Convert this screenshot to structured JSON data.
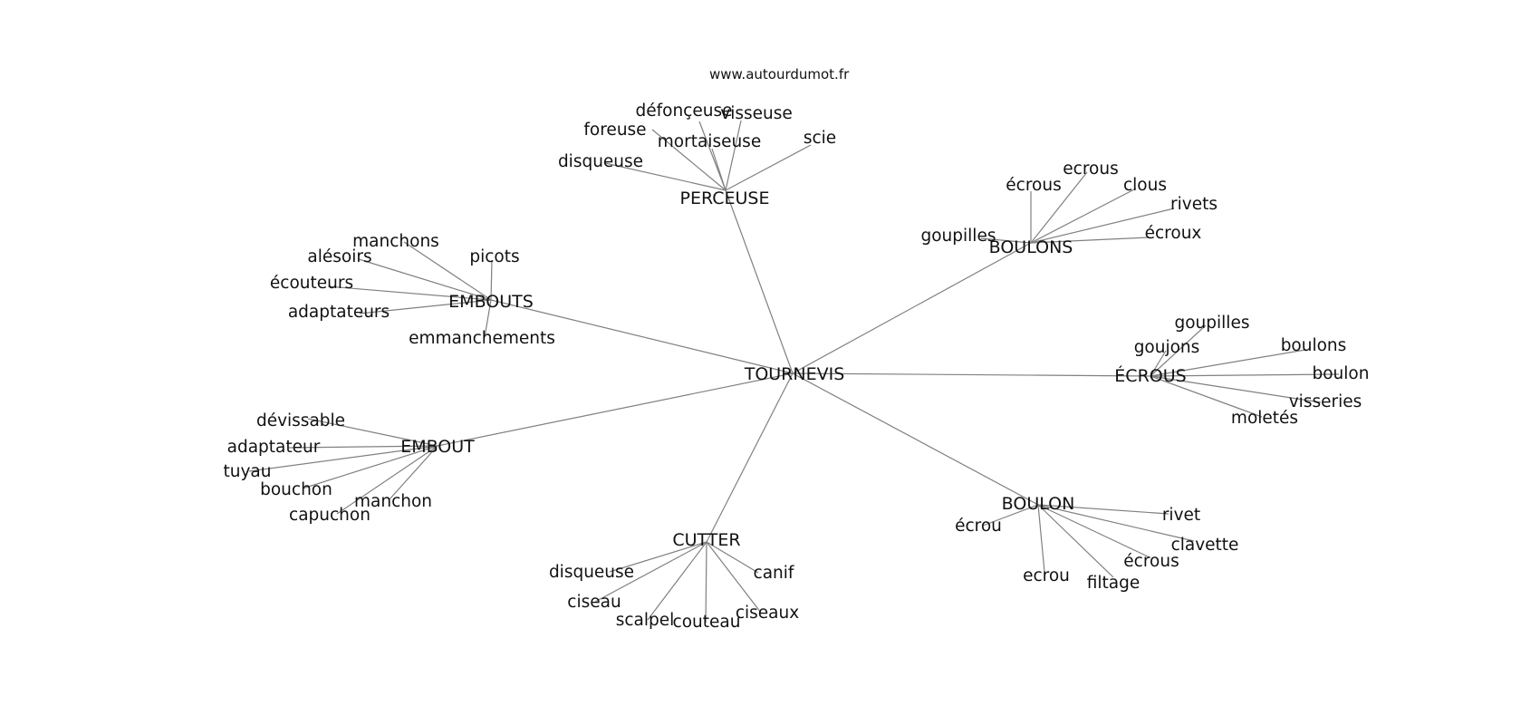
{
  "source_label": "www.autourdumot.fr",
  "center": {
    "label": "TOURNEVIS"
  },
  "hubs": [
    {
      "id": "perceuse",
      "label": "PERCEUSE",
      "children": [
        "défonçeuse",
        "visseuse",
        "foreuse",
        "mortaiseuse",
        "scie",
        "disqueuse"
      ]
    },
    {
      "id": "boulons",
      "label": "BOULONS",
      "children": [
        "ecrous",
        "écrous",
        "clous",
        "rivets",
        "goupilles",
        "écroux"
      ]
    },
    {
      "id": "embouts",
      "label": "EMBOUTS",
      "children": [
        "manchons",
        "alésoirs",
        "picots",
        "écouteurs",
        "adaptateurs",
        "emmanchements"
      ]
    },
    {
      "id": "ecrous",
      "label": "ÉCROUS",
      "children": [
        "goupilles",
        "goujons",
        "boulons",
        "boulon",
        "visseries",
        "moletés"
      ]
    },
    {
      "id": "embout",
      "label": "EMBOUT",
      "children": [
        "dévissable",
        "adaptateur",
        "tuyau",
        "bouchon",
        "manchon",
        "capuchon"
      ]
    },
    {
      "id": "boulon",
      "label": "BOULON",
      "children": [
        "écrou",
        "rivet",
        "clavette",
        "écrous",
        "ecrou",
        "filtage"
      ]
    },
    {
      "id": "cutter",
      "label": "CUTTER",
      "children": [
        "disqueuse",
        "canif",
        "ciseau",
        "ciseaux",
        "scalpel",
        "couteau"
      ]
    }
  ]
}
